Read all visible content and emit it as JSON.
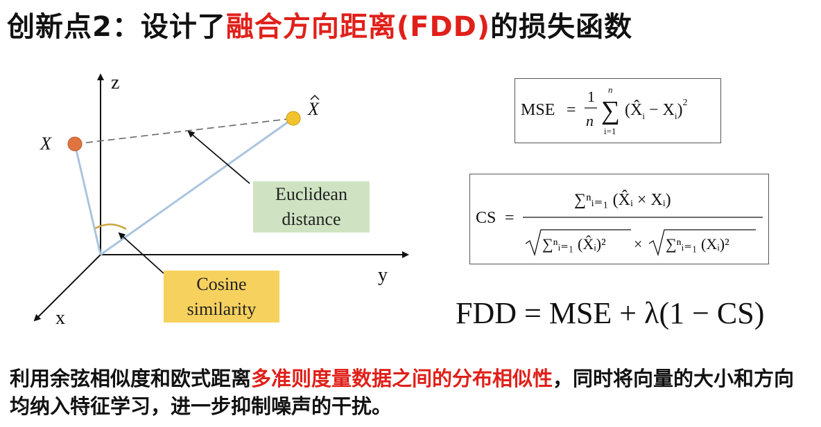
{
  "title": {
    "prefix": "创新点2：设计了",
    "highlight": "融合方向距离(FDD)",
    "suffix": "的损失函数",
    "highlight_color": "#e0201a"
  },
  "diagram": {
    "axis_z": "z",
    "axis_y": "y",
    "axis_x": "x",
    "point_x_label": "X",
    "point_xhat_label": "X",
    "point_x_color": "#e0743f",
    "point_xhat_color": "#f2c32c",
    "vector_color": "#aac4df",
    "euclidean_label_line1": "Euclidean",
    "euclidean_label_line2": "distance",
    "euclidean_color": "#cfe3c2",
    "cosine_label_line1": "Cosine",
    "cosine_label_line2": "similarity",
    "cosine_color": "#f7d15e"
  },
  "formulas": {
    "mse_lhs": "MSE",
    "mse_eq": "=",
    "mse_frac_num": "1",
    "mse_frac_den": "n",
    "mse_sigma": "∑",
    "mse_sum_top": "n",
    "mse_sum_bottom": "i=1",
    "mse_body": "(X̂",
    "mse_body_sub1": "i",
    "mse_body_mid": " − X",
    "mse_body_sub2": "i",
    "mse_body_end": ")",
    "mse_exp": "2",
    "cs_lhs": "CS",
    "cs_eq": "=",
    "cs_numerator": "∑ⁿᵢ₌₁ (X̂ᵢ × Xᵢ)",
    "cs_den_left": "∑ⁿᵢ₌₁ (X̂ᵢ)²",
    "cs_den_times": "×",
    "cs_den_right": "∑ⁿᵢ₌₁ (Xᵢ)²",
    "fdd": "FDD = MSE + λ(1 − CS)"
  },
  "body": {
    "part1": "利用余弦相似度和欧式距离",
    "highlight": "多准则度量数据之间的分布相似性",
    "part2": "，同时将向量的大小和方向均纳入特征学习，进一步抑制噪声的干扰。"
  }
}
